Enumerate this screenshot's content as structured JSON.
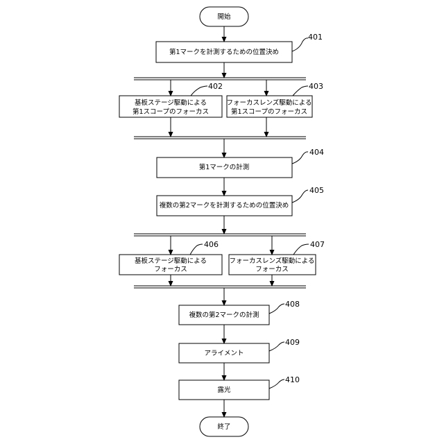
{
  "flowchart": {
    "start": "開始",
    "end": "終了",
    "steps": [
      {
        "ref": "401",
        "lines": [
          "第1マークを計測するための位置決め"
        ]
      },
      {
        "ref": "402",
        "lines": [
          "基板ステージ駆動による",
          "第1スコープのフォーカス"
        ]
      },
      {
        "ref": "403",
        "lines": [
          "フォーカスレンズ駆動による",
          "第1スコープのフォーカス"
        ]
      },
      {
        "ref": "404",
        "lines": [
          "第1マークの計測"
        ]
      },
      {
        "ref": "405",
        "lines": [
          "複数の第2マークを計測するための位置決め"
        ]
      },
      {
        "ref": "406",
        "lines": [
          "基板ステージ駆動による",
          "フォーカス"
        ]
      },
      {
        "ref": "407",
        "lines": [
          "フォーカスレンズ駆動による",
          "フォーカス"
        ]
      },
      {
        "ref": "408",
        "lines": [
          "複数の第2マークの計測"
        ]
      },
      {
        "ref": "409",
        "lines": [
          "アライメント"
        ]
      },
      {
        "ref": "410",
        "lines": [
          "露光"
        ]
      }
    ]
  }
}
